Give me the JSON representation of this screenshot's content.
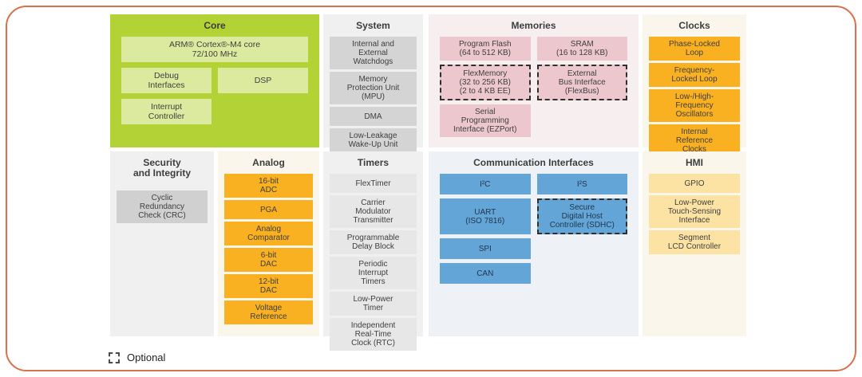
{
  "frame": {
    "border_color": "#d9714e",
    "background": "#ffffff"
  },
  "legend": {
    "label": "Optional"
  },
  "sections": [
    {
      "id": "core",
      "title": "Core",
      "layout": "grid2",
      "bg": "#b2d235",
      "block_bg": "#dcea9f",
      "blocks": [
        {
          "lines": [
            "ARM® Cortex®-M4 core",
            "72/100 MHz"
          ],
          "span": 2
        },
        {
          "lines": [
            "Debug",
            "Interfaces"
          ]
        },
        {
          "lines": [
            "DSP"
          ]
        },
        {
          "lines": [
            "Interrupt",
            "Controller"
          ],
          "col": 1
        }
      ]
    },
    {
      "id": "system",
      "title": "System",
      "layout": "stack",
      "bg": "#f0f0f1",
      "block_bg": "#d4d4d5",
      "blocks": [
        {
          "lines": [
            "Internal and",
            "External",
            "Watchdogs"
          ]
        },
        {
          "lines": [
            "Memory",
            "Protection Unit",
            "(MPU)"
          ]
        },
        {
          "lines": [
            "DMA"
          ]
        },
        {
          "lines": [
            "Low-Leakage",
            "Wake-Up Unit"
          ]
        }
      ]
    },
    {
      "id": "memories",
      "title": "Memories",
      "layout": "grid2",
      "bg": "#f7eef0",
      "block_bg": "#edc7ce",
      "blocks": [
        {
          "lines": [
            "Program Flash",
            "(64 to 512 KB)"
          ]
        },
        {
          "lines": [
            "SRAM",
            "(16 to 128 KB)"
          ]
        },
        {
          "lines": [
            "FlexMemory",
            "(32 to 256 KB)",
            "(2 to 4 KB EE)"
          ],
          "optional": true
        },
        {
          "lines": [
            "External",
            "Bus Interface",
            "(FlexBus)"
          ],
          "optional": true
        },
        {
          "lines": [
            "Serial",
            "Programming",
            "Interface (EZPort)"
          ],
          "col": 1
        }
      ]
    },
    {
      "id": "clocks",
      "title": "Clocks",
      "layout": "stack",
      "bg": "#fbf6ec",
      "block_bg": "#f9b021",
      "blocks": [
        {
          "lines": [
            "Phase-Locked",
            "Loop"
          ]
        },
        {
          "lines": [
            "Frequency-",
            "Locked Loop"
          ]
        },
        {
          "lines": [
            "Low-/High-",
            "Frequency",
            "Oscillators"
          ]
        },
        {
          "lines": [
            "Internal",
            "Reference",
            "Clocks"
          ]
        }
      ]
    },
    {
      "id": "security",
      "title": "Security and Integrity",
      "title_lines": [
        "Security",
        "and Integrity"
      ],
      "layout": "stack",
      "bg": "#f0f0f1",
      "block_bg": "#d0d0d1",
      "blocks": [
        {
          "lines": [
            "Cyclic",
            "Redundancy",
            "Check (CRC)"
          ]
        }
      ]
    },
    {
      "id": "analog",
      "title": "Analog",
      "layout": "stack",
      "bg": "#fbf6ec",
      "block_bg": "#f9b021",
      "blocks": [
        {
          "lines": [
            "16-bit",
            "ADC"
          ]
        },
        {
          "lines": [
            "PGA"
          ]
        },
        {
          "lines": [
            "Analog",
            "Comparator"
          ]
        },
        {
          "lines": [
            "6-bit",
            "DAC"
          ]
        },
        {
          "lines": [
            "12-bit",
            "DAC"
          ]
        },
        {
          "lines": [
            "Voltage",
            "Reference"
          ]
        }
      ]
    },
    {
      "id": "timers",
      "title": "Timers",
      "layout": "stack",
      "bg": "#f0f0f1",
      "block_bg": "#e7e7e8",
      "blocks": [
        {
          "lines": [
            "FlexTimer"
          ]
        },
        {
          "lines": [
            "Carrier",
            "Modulator",
            "Transmitter"
          ]
        },
        {
          "lines": [
            "Programmable",
            "Delay Block"
          ]
        },
        {
          "lines": [
            "Periodic",
            "Interrupt",
            "Timers"
          ]
        },
        {
          "lines": [
            "Low-Power",
            "Timer"
          ]
        },
        {
          "lines": [
            "Independent",
            "Real-Time",
            "Clock (RTC)"
          ]
        }
      ]
    },
    {
      "id": "comm",
      "title": "Communication Interfaces",
      "layout": "grid2",
      "bg": "#eef2f6",
      "block_bg": "#64a5d8",
      "block_text": "#21384d",
      "blocks": [
        {
          "lines": [
            "I²C"
          ]
        },
        {
          "lines": [
            "I²S"
          ]
        },
        {
          "lines": [
            "UART",
            "(ISO 7816)"
          ]
        },
        {
          "lines": [
            "Secure",
            "Digital Host",
            "Controller (SDHC)"
          ],
          "optional": true
        },
        {
          "lines": [
            "SPI"
          ],
          "col": 1
        },
        {
          "lines": [
            "CAN"
          ],
          "col": 1
        }
      ]
    },
    {
      "id": "hmi",
      "title": "HMI",
      "layout": "stack",
      "bg": "#fbf6ec",
      "block_bg": "#fce3a3",
      "blocks": [
        {
          "lines": [
            "GPIO"
          ]
        },
        {
          "lines": [
            "Low-Power",
            "Touch-Sensing",
            "Interface"
          ]
        },
        {
          "lines": [
            "Segment",
            "LCD Controller"
          ]
        }
      ]
    }
  ]
}
